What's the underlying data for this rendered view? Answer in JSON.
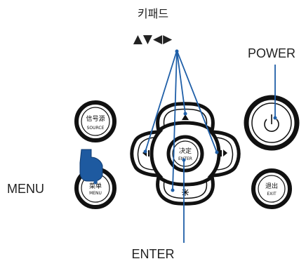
{
  "title": "키패드",
  "arrow_keys": "▲▼◀▶",
  "labels": {
    "power": "POWER",
    "menu": "MENU",
    "enter": "ENTER"
  },
  "buttons": {
    "source": {
      "line1": "信号源",
      "line2": "SOURCE"
    },
    "menu": {
      "line1": "菜单",
      "line2": "MENU"
    },
    "enter": {
      "line1": "决定",
      "line2": "ENTER"
    },
    "exit": {
      "line1": "退出",
      "line2": "EXIT"
    }
  },
  "colors": {
    "callout_line": "#1f5fa8",
    "hand": "#1e5aa0",
    "button_ring": "#111111"
  },
  "icons": {
    "power": "power-icon",
    "pointer": "pointing-hand-icon",
    "up": "up-arrow-icon",
    "down": "down-arrow-icon",
    "left": "left-arrow-icon",
    "right": "right-arrow-icon"
  }
}
